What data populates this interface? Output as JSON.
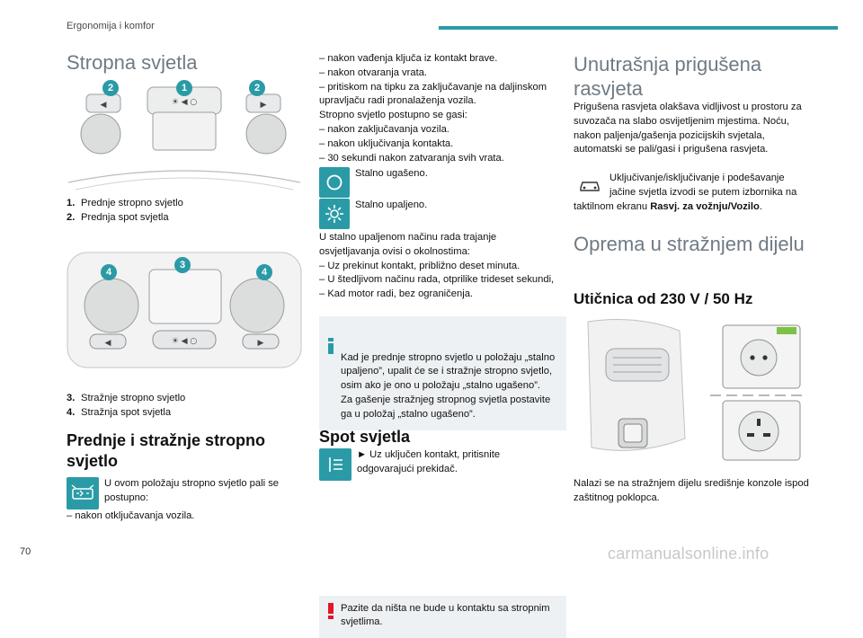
{
  "header": {
    "section": "Ergonomija i komfor"
  },
  "page_number": "70",
  "watermark": "carmanualsonline.info",
  "colors": {
    "accent": "#2a9ba6",
    "note_bg": "#eef1f3",
    "warning": "#e0162b"
  },
  "col1": {
    "title": "Stropna svjetla",
    "front_legend": [
      {
        "num": "1.",
        "text": "Prednje stropno svjetlo"
      },
      {
        "num": "2.",
        "text": "Prednja spot svjetla"
      }
    ],
    "rear_legend": [
      {
        "num": "3.",
        "text": "Stražnje stropno svjetlo"
      },
      {
        "num": "4.",
        "text": "Stražnja spot svjetla"
      }
    ],
    "callouts": [
      "1",
      "2",
      "3",
      "4"
    ],
    "subtitle": "Prednje i stražnje stropno svjetlo",
    "intro": "U ovom položaju stropno svjetlo pali se postupno:",
    "item1": "– nakon otključavanja vozila."
  },
  "col2": {
    "lines": [
      "– nakon vađenja ključa iz kontakt brave.",
      "– nakon otvaranja vrata.",
      "– pritiskom na tipku za zaključavanje na daljinskom upravljaču radi pronalaženja vozila.",
      "Stropno svjetlo postupno se gasi:",
      "– nakon zaključavanja vozila.",
      "– nakon uključivanja kontakta.",
      "– 30 sekundi nakon zatvaranja svih vrata."
    ],
    "off_label": "Stalno ugašeno.",
    "on_label": "Stalno upaljeno.",
    "duration_lines": [
      "U stalno upaljenom načinu rada trajanje osvjetljavanja ovisi o okolnostima:",
      "– Uz prekinut kontakt, približno deset minuta.",
      "– U štedljivom načinu rada, otprilike trideset sekundi,",
      "– Kad motor radi, bez ograničenja."
    ],
    "note": "Kad je prednje stropno svjetlo u položaju „stalno upaljeno”, upalit će se i stražnje stropno svjetlo, osim ako je ono u položaju „stalno ugašeno”.\nZa gašenje stražnjeg stropnog svjetla postavite ga u položaj „stalno ugašeno”.",
    "spot_title": "Spot svjetla",
    "spot_text": "► Uz uključen kontakt, pritisnite odgovarajući prekidač.",
    "warning": "Pazite da ništa ne bude u kontaktu sa stropnim svjetlima."
  },
  "col3": {
    "title": "Unutrašnja prigušena rasvjeta",
    "text1": "Prigušena rasvjeta olakšava vidljivost u prostoru za suvozača na slabo osvijetljenim mjestima. Noću, nakon paljenja/gašenja pozicijskih svjetala, automatski se pali/gasi i prigušena rasvjeta.",
    "text2_pre": "Uključivanje/isključivanje i podešavanje jačine svjetla izvodi se putem izbornika na taktilnom ekranu ",
    "text2_bold": "Rasvj. za vožnju/Vozilo",
    "text2_post": ".",
    "rear_title": "Oprema u stražnjem dijelu",
    "socket_title": "Utičnica od 230 V / 50 Hz",
    "socket_text": "Nalazi se na stražnjem dijelu središnje konzole ispod zaštitnog poklopca."
  }
}
